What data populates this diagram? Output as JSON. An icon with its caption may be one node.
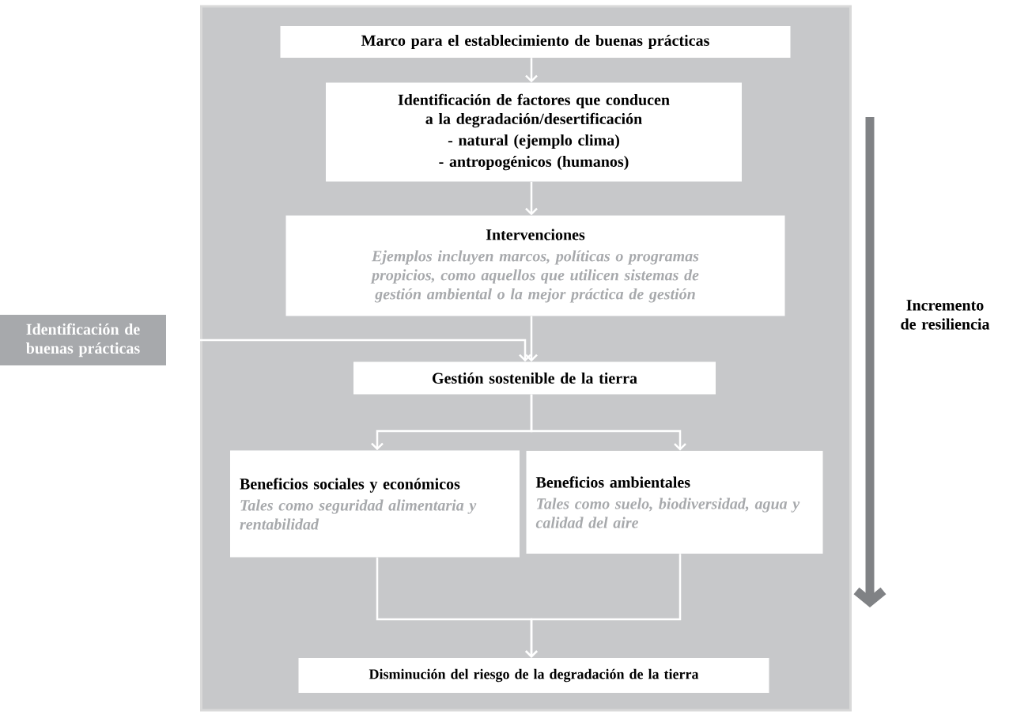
{
  "diagram": {
    "nodes": [
      {
        "text": [],
        "shape": "box"
      },
      {
        "text": [
          "Marco para el establecimiento de buenas prácticas"
        ],
        "in": 0
      },
      {
        "text": [
          "Identificación de factores que conducen a la degradación/desertificación",
          "- natural (ejemplo clima)",
          "- antropogénicos (humanos)"
        ],
        "in": 0
      },
      {
        "text": [
          "Intervenciones",
          "Ejemplos incluyen marcos, políticas o programas propicios, como aquellos que utilicen sistemas de gestión ambiental o la mejor práctica de gestión"
        ],
        "in": 0
      },
      {
        "text": [
          "Identificación de buenas prácticas"
        ]
      },
      {
        "text": [
          "Gestión sostenible de la tierra"
        ],
        "in": 0
      },
      {
        "text": [
          "Beneficios sociales y económicos",
          "Tales como seguridad alimentaria y rentabilidad"
        ],
        "in": 0
      },
      {
        "text": [
          "Beneficios ambientales",
          "Tales como suelo, biodiversidad, agua y calidad del aire"
        ],
        "in": 0
      },
      {
        "text": [
          "Disminución del riesgo de la degradación de la tierra"
        ],
        "in": 0
      }
    ],
    "edges": [
      {
        "from": 1,
        "to": 2,
        "arrow": "to"
      },
      {
        "from": 2,
        "to": 3,
        "arrow": "to"
      },
      {
        "from": 3,
        "to": 5,
        "arrow": "to"
      },
      {
        "from": 4,
        "to": 5,
        "arrow": "to"
      },
      {
        "from": 5,
        "to": 6,
        "arrow": "to"
      },
      {
        "from": 5,
        "to": 7,
        "arrow": "to"
      },
      {
        "from": 6,
        "to": 8,
        "arrow": "to"
      },
      {
        "from": 7,
        "to": 8,
        "arrow": "to"
      }
    ],
    "labels": [
      "Incremento de resiliencia"
    ]
  }
}
